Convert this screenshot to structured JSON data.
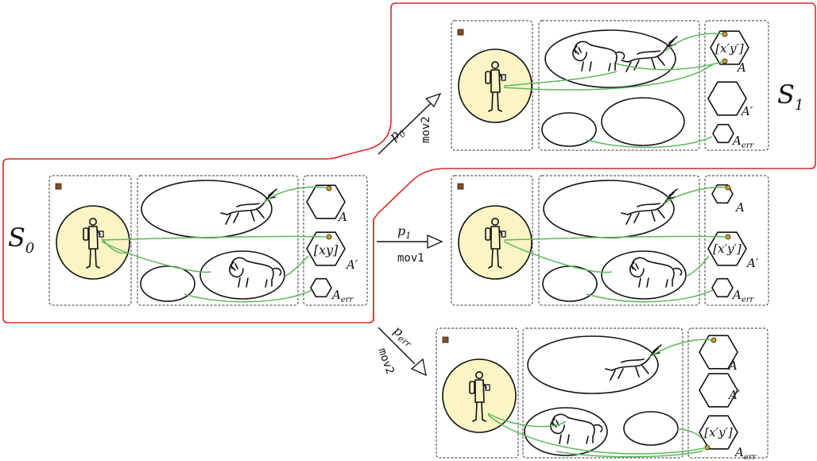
{
  "states": {
    "s0_label": "S",
    "s0_sub": "0",
    "s1_label": "S",
    "s1_sub": "1"
  },
  "transitions": [
    {
      "prob": "p",
      "prob_sub": "0",
      "action": "mov2"
    },
    {
      "prob": "p",
      "prob_sub": "1",
      "action": "mov1"
    },
    {
      "prob": "p",
      "prob_sub": "err",
      "action": "mov2"
    }
  ],
  "areas": {
    "a": "A",
    "a_prime": "A′",
    "a_err_main": "A",
    "a_err_sub": "err"
  },
  "memory": {
    "xy": "[xy]",
    "xy_prime": "[x′y′]"
  },
  "colors": {
    "link": "#5cb85c",
    "region": "#d62a2a",
    "agent_fill": "#fbf4c4",
    "token": "#e6952a",
    "marker": "#8b4a1c"
  },
  "icons": [
    "hiker-icon",
    "lion-icon",
    "gazelle-icon",
    "hexagon-area-icon",
    "square-marker-icon"
  ]
}
